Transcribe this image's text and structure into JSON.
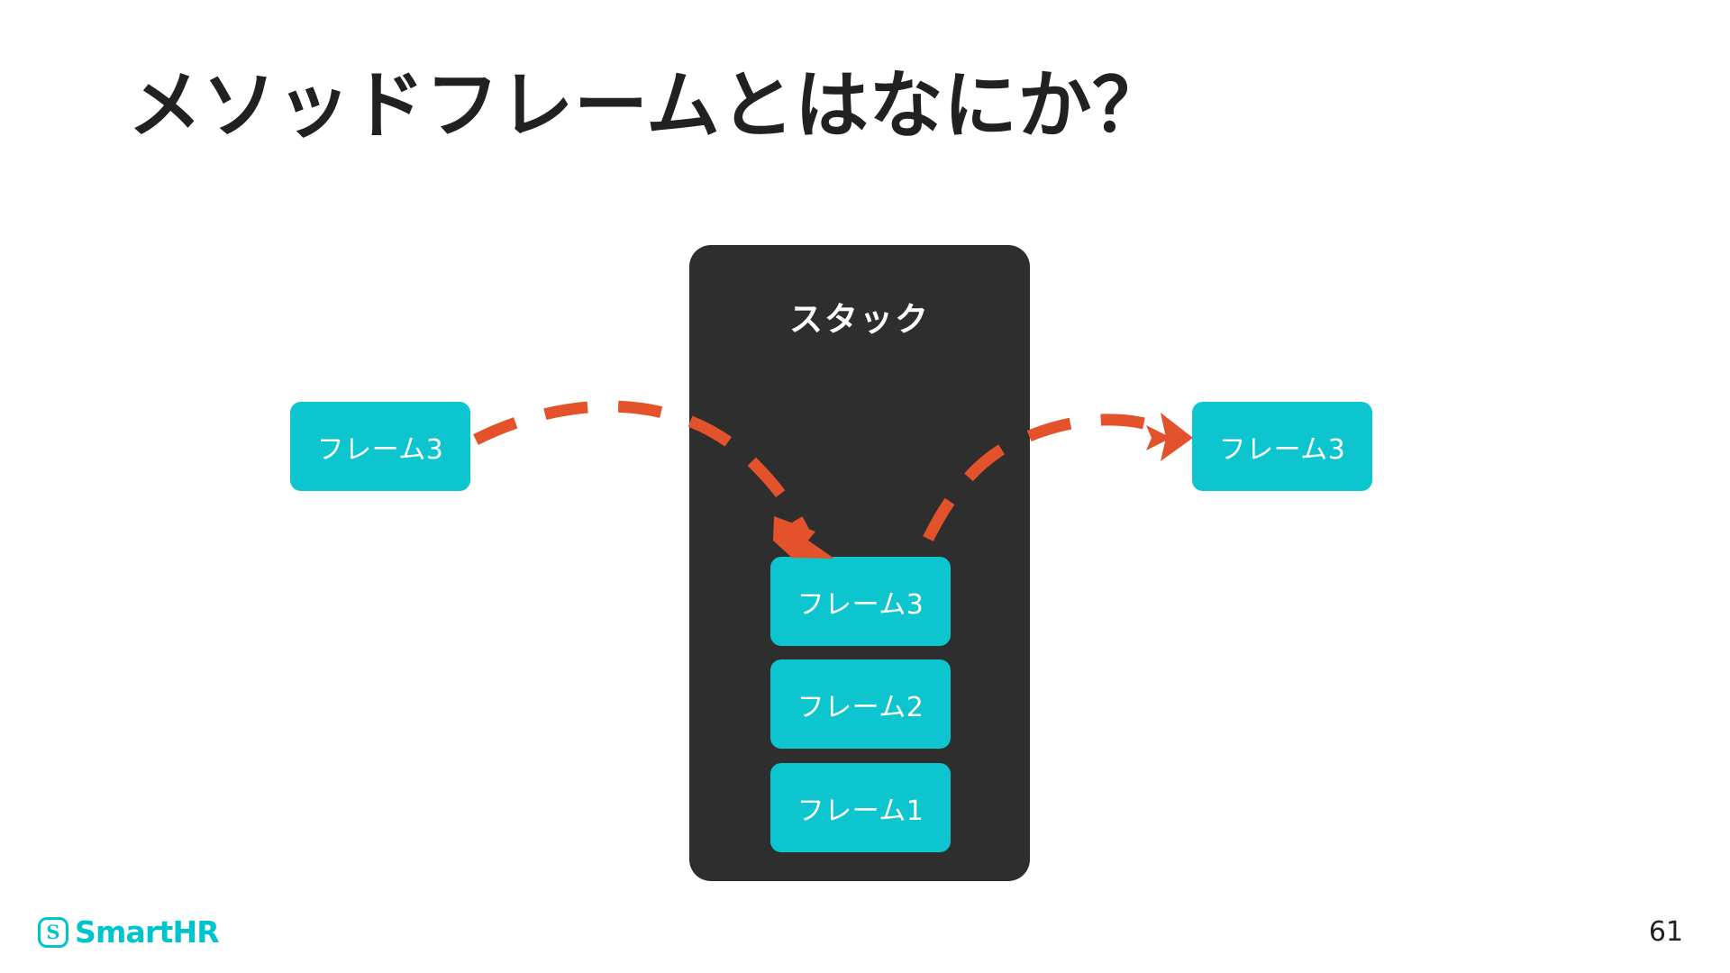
{
  "slide": {
    "title": "メソッドフレームとはなにか？",
    "page_number": "61",
    "background_color": "#FFFFFF",
    "title_color": "#23211F"
  },
  "stack": {
    "label": "スタック",
    "panel_color": "#2E2E2E",
    "label_color": "#FFFFFF",
    "frames": [
      {
        "label": "フレーム3",
        "color": "#0DC5CE"
      },
      {
        "label": "フレーム2",
        "color": "#0DC5CE"
      },
      {
        "label": "フレーム1",
        "color": "#0DC5CE"
      }
    ]
  },
  "external_frames": {
    "incoming": {
      "label": "フレーム3",
      "color": "#0DC5CE"
    },
    "outgoing": {
      "label": "フレーム3",
      "color": "#0DC5CE"
    }
  },
  "arrows": {
    "color": "#E4522C",
    "style": "dashed-curved",
    "push": {
      "name": "push-arrow",
      "from": "incoming-frame",
      "to": "stack-top-frame"
    },
    "pop": {
      "name": "pop-arrow",
      "from": "stack-top-frame",
      "to": "outgoing-frame"
    }
  },
  "footer": {
    "logo_mark": "S",
    "logo_text": "SmartHR",
    "logo_color": "#00C4CC"
  }
}
